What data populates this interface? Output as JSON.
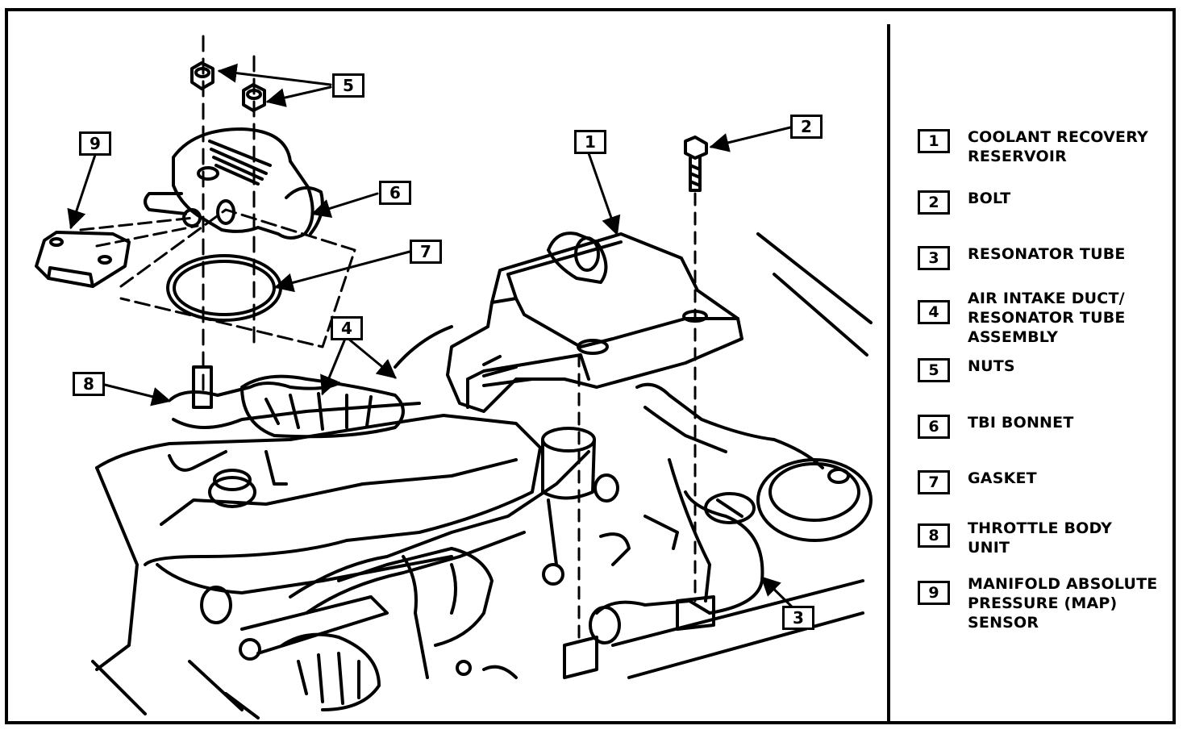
{
  "diagram": {
    "callouts": [
      "1",
      "2",
      "3",
      "4",
      "5",
      "6",
      "7",
      "8",
      "9"
    ]
  },
  "legend": [
    {
      "num": "1",
      "lines": [
        "COOLANT RECOVERY",
        "RESERVOIR"
      ]
    },
    {
      "num": "2",
      "lines": [
        "BOLT"
      ]
    },
    {
      "num": "3",
      "lines": [
        "RESONATOR TUBE"
      ]
    },
    {
      "num": "4",
      "lines": [
        "AIR INTAKE DUCT/",
        "RESONATOR TUBE",
        "ASSEMBLY"
      ]
    },
    {
      "num": "5",
      "lines": [
        "NUTS"
      ]
    },
    {
      "num": "6",
      "lines": [
        "TBI BONNET"
      ]
    },
    {
      "num": "7",
      "lines": [
        "GASKET"
      ]
    },
    {
      "num": "8",
      "lines": [
        "THROTTLE BODY",
        "UNIT"
      ]
    },
    {
      "num": "9",
      "lines": [
        "MANIFOLD ABSOLUTE",
        "PRESSURE (MAP)",
        "SENSOR"
      ]
    }
  ]
}
